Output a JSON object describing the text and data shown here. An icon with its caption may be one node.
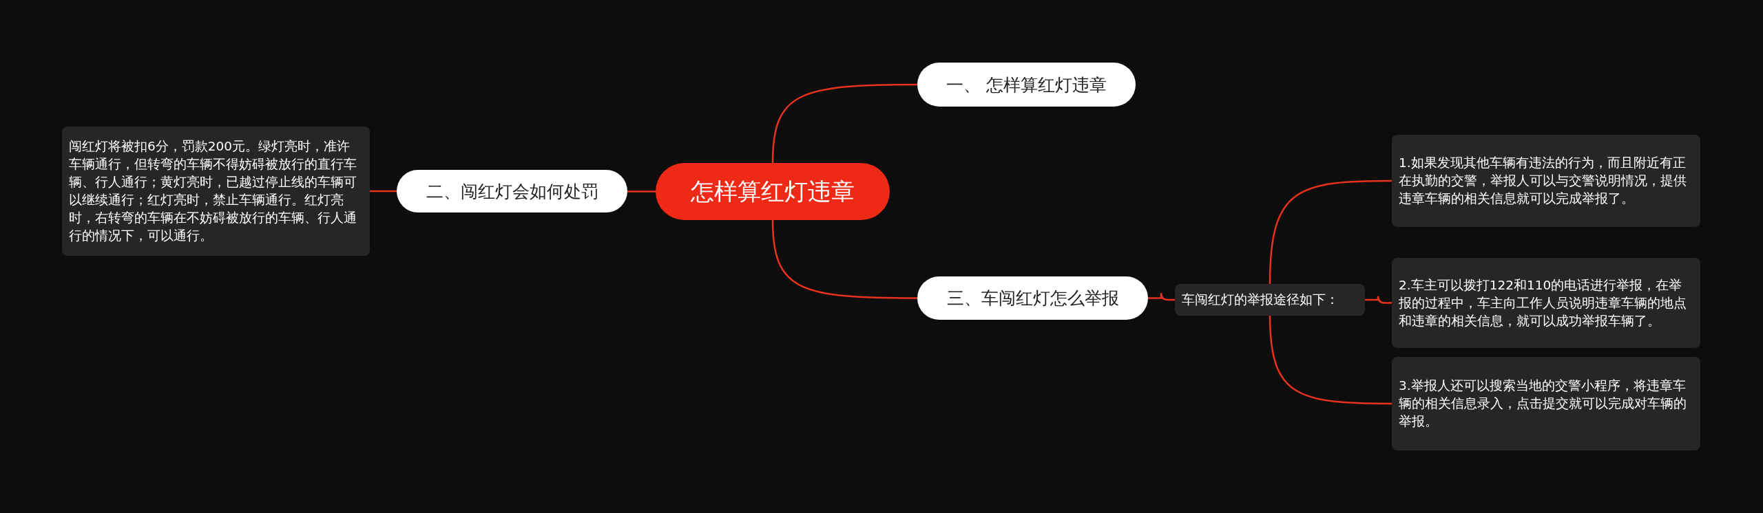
{
  "diagram": {
    "nodes": [
      {
        "text": [
          "怎样算红灯违章"
        ]
      },
      {
        "text": [
          "一、 怎样算红灯违章"
        ]
      },
      {
        "text": [
          "二、闯红灯会如何处罚"
        ]
      },
      {
        "text": [
          "闯红灯将被扣6分，罚款200元。绿灯亮时，准许车辆通行，但转弯的车辆不得妨碍被放行的直行车辆、行人通行；黄灯亮时，已越过停止线的车辆可以继续通行；红灯亮时，禁止车辆通行。红灯亮时，右转弯的车辆在不妨碍被放行的车辆、行人通行的情况下，可以通行。"
        ]
      },
      {
        "text": [
          "三、车闯红灯怎么举报"
        ]
      },
      {
        "text": [
          "车闯红灯的举报途径如下："
        ]
      },
      {
        "text": [
          "1.如果发现其他车辆有违法的行为，而且附近有正在执勤的交警，举报人可以与交警说明情况，提供违章车辆的相关信息就可以完成举报了。"
        ]
      },
      {
        "text": [
          "2.车主可以拨打122和110的电话进行举报，在举报的过程中，车主向工作人员说明违章车辆的地点和违章的相关信息，就可以成功举报车辆了。"
        ]
      },
      {
        "text": [
          "3.举报人还可以搜索当地的交警小程序，将违章车辆的相关信息录入，点击提交就可以完成对车辆的举报。"
        ]
      }
    ],
    "edges": [
      {
        "from": 0,
        "to": 1,
        "arrow": "none"
      },
      {
        "from": 0,
        "to": 2,
        "arrow": "none"
      },
      {
        "from": 2,
        "to": 3,
        "arrow": "none"
      },
      {
        "from": 0,
        "to": 4,
        "arrow": "none"
      },
      {
        "from": 4,
        "to": 5,
        "arrow": "none"
      },
      {
        "from": 5,
        "to": 6,
        "arrow": "none"
      },
      {
        "from": 5,
        "to": 7,
        "arrow": "none"
      },
      {
        "from": 5,
        "to": 8,
        "arrow": "none"
      }
    ]
  }
}
